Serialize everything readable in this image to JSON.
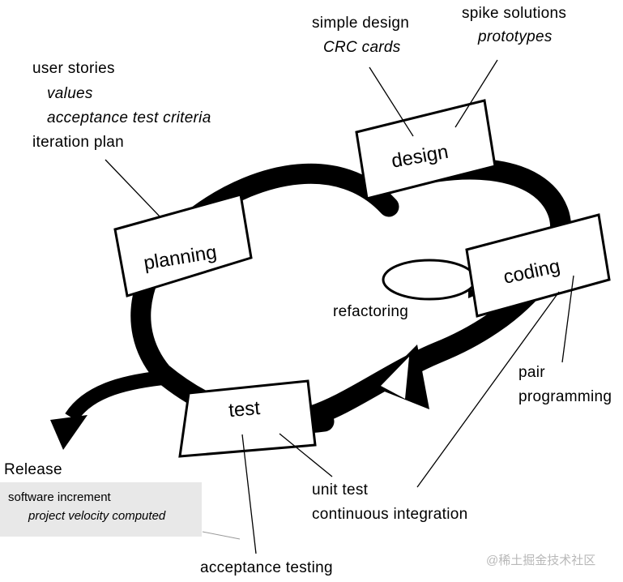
{
  "boxes": {
    "planning": "planning",
    "design": "design",
    "coding": "coding",
    "test": "test"
  },
  "planning_notes": {
    "user_stories": "user stories",
    "values": "values",
    "acceptance_test_criteria": "acceptance test criteria",
    "iteration_plan": "iteration plan"
  },
  "design_notes": {
    "simple_design": "simple design",
    "crc_cards": "CRC cards"
  },
  "spike_notes": {
    "spike_solutions": "spike solutions",
    "prototypes": "prototypes"
  },
  "coding_notes": {
    "refactoring": "refactoring",
    "pair": "pair",
    "programming": "programming"
  },
  "test_notes": {
    "unit_test": "unit test",
    "continuous_integration": "continuous integration",
    "acceptance_testing": "acceptance testing"
  },
  "release": {
    "title": "Release",
    "software_increment": "software increment",
    "project_velocity": "project velocity computed"
  },
  "watermark": "@稀土掘金技术社区",
  "colors": {
    "stroke": "#000000",
    "release_box": "#e8e8e8"
  }
}
